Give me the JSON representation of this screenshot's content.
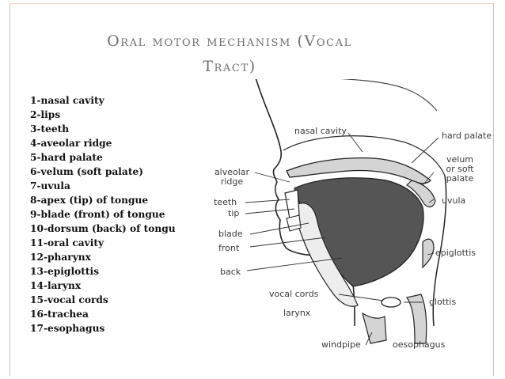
{
  "slide": {
    "title_line_1": "Oral motor mechanism (Vocal",
    "title_line_2": "Tract)"
  },
  "parts_list": [
    "1-nasal cavity",
    "2-lips",
    "3-teeth",
    "4-aveolar ridge",
    "5-hard palate",
    "6-velum (soft palate)",
    "7-uvula",
    "8-apex (tip) of tongue",
    "9-blade (front) of tongue",
    "10-dorsum (back) of tongu",
    "11-oral cavity",
    "12-pharynx",
    "13-epiglottis",
    "14-larynx",
    "15-vocal cords",
    "16-trachea",
    "17-esophagus"
  ],
  "diagram_labels": {
    "nasal_cavity": "nasal cavity",
    "hard_palate": "hard palate",
    "velum": "velum",
    "or_soft": "or soft",
    "palate": "palate",
    "uvula": "uvula",
    "alveolar": "alveolar",
    "ridge": "ridge",
    "teeth": "teeth",
    "tip": "tip",
    "blade": "blade",
    "front": "front",
    "back": "back",
    "epiglottis": "epiglottis",
    "vocal_cords": "vocal cords",
    "larynx": "larynx",
    "glottis": "glottis",
    "windpipe": "windpipe",
    "oesophagus": "oesophagus"
  },
  "colors": {
    "title": "#6f6f6f",
    "frame": "#e6b9a6",
    "oral_cavity_fill": "#555555",
    "outline": "#222222",
    "tissue_fill": "#d4d4d4"
  }
}
